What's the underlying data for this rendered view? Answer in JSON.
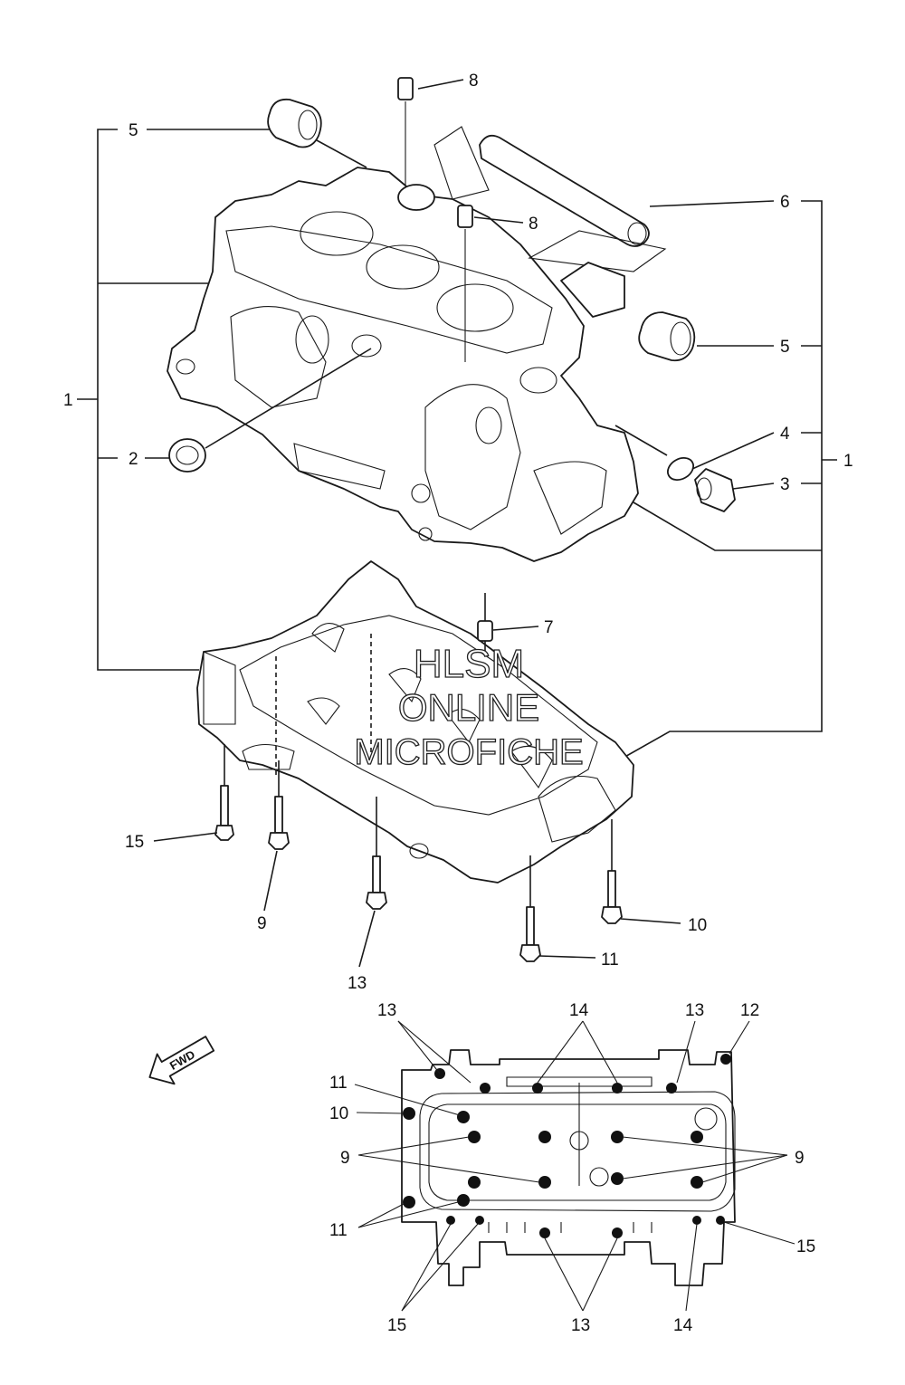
{
  "callouts": {
    "c1_left": "1",
    "c1_right": "1",
    "c2": "2",
    "c3": "3",
    "c4": "4",
    "c5_top": "5",
    "c5_right": "5",
    "c6": "6",
    "c7": "7",
    "c8_top": "8",
    "c8_mid": "8",
    "c9": "9",
    "c10": "10",
    "c11": "11",
    "c13": "13",
    "c15": "15"
  },
  "inset": {
    "c13_tl": "13",
    "c14_top": "14",
    "c13_tr": "13",
    "c12": "12",
    "c11_a": "11",
    "c10": "10",
    "c9_left": "9",
    "c9_right": "9",
    "c11_b": "11",
    "c15_right": "15",
    "c15_bl": "15",
    "c13_bottom": "13",
    "c14_bottom": "14"
  },
  "fwd_label": "FWD",
  "watermark": {
    "line1": "HLSM",
    "line2": "ONLINE",
    "line3": "MICROFICHE"
  }
}
